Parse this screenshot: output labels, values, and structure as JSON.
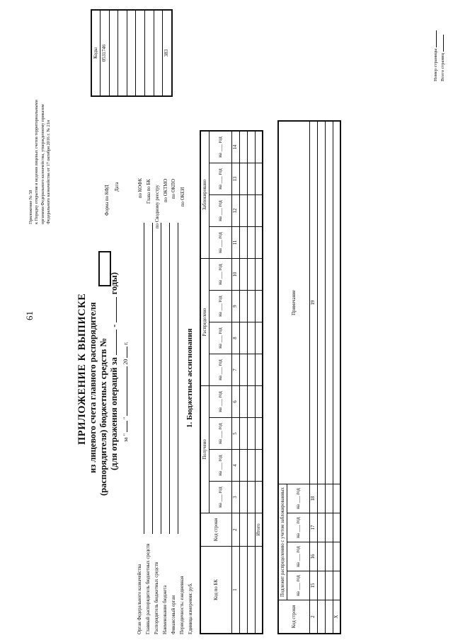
{
  "page_number": "61",
  "reference": {
    "line1": "Приложение № 58",
    "line2": "к Порядку открытия и ведения лицевых счетов территориальными",
    "line3": "органами Федерального казначейства, утвержденному приказом",
    "line4": "Федерального казначейства от 17 октября 2016 г. № 21н"
  },
  "title": {
    "line1": "ПРИЛОЖЕНИЕ К ВЫПИСКЕ",
    "line2": "из лицевого счета главного распорядителя",
    "line3": "(распорядителя) бюджетных средств №",
    "line4_prefix": "(для отражения операций за",
    "line4_suffix": "годы)",
    "dash": "-",
    "date_za": "за \"",
    "date_quote": "\"",
    "date_20": "20",
    "date_g": "г."
  },
  "codes": {
    "header": "Коды",
    "forma_label": "Форма по КФД",
    "forma_value": "0531746",
    "data_label": "Дата",
    "kofk_label": "по КОФК",
    "glava_label": "Глава по БК",
    "reestr_label": "по Сводному реестру",
    "oktmo_label": "по ОКТМО",
    "okpo_label": "по ОКПО",
    "okei_label": "по ОКЕИ",
    "okei_value": "383"
  },
  "left_labels": [
    "Орган Федерального казначейства",
    "Главный распорядитель бюджетных средств",
    "Распорядитель бюджетных средств",
    "Наименование бюджета",
    "Финансовый орган",
    "Периодичность: ежедневная",
    "Единица измерения: руб."
  ],
  "section1": "1. Бюджетные ассигнования",
  "table1": {
    "col_kod_bk": "Код по БК",
    "col_kod_stroki": "Код строки",
    "group_polucheno": "Получено",
    "group_raspredeleno": "Распределено",
    "group_zablokirovano": "Заблокировано",
    "na": "на",
    "god": "год",
    "numbers": [
      "1",
      "2",
      "3",
      "4",
      "5",
      "6",
      "7",
      "8",
      "9",
      "10",
      "11",
      "12",
      "13",
      "14"
    ],
    "itogo": "Итого"
  },
  "table2": {
    "col_kod_stroki": "Код строки",
    "group_podlezhit": "Подлежит распределению с учетом заблокированных",
    "col_primechanie": "Примечание",
    "na": "на",
    "god": "год",
    "numbers": [
      "2",
      "15",
      "16",
      "17",
      "18",
      "19"
    ],
    "x_mark": "Х"
  },
  "footer": {
    "nomer_stranicy": "Номер страницы",
    "vsego_stranic": "Всего страниц"
  }
}
